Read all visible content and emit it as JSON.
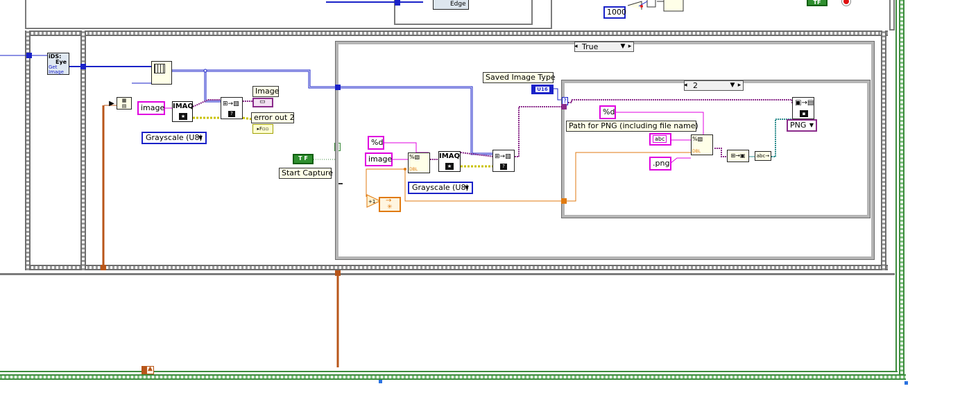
{
  "diagram": {
    "top": {
      "edge_label": "Edge",
      "numeric_constant": "1000",
      "bool_indicator_top": "TF"
    },
    "camera_vi": {
      "line1": "iDS:",
      "line2": "Eye",
      "line3": "Get",
      "line4": "Image",
      "icon": "camera-icon"
    },
    "left_section": {
      "image_constant": "image",
      "imaq_label": "IMAQ",
      "grayscale_enum": "Grayscale (U8)",
      "image_indicator_label": "Image",
      "error_out_label": "error out 2"
    },
    "start_capture": {
      "bool_constant": "T F",
      "label": "Start Capture"
    },
    "outer_case": {
      "selector": "True"
    },
    "inner_left": {
      "format_constant": "%d",
      "image_constant": "image",
      "imaq_label": "IMAQ",
      "grayscale_enum": "Grayscale (U8)",
      "dbl_label": "DBL",
      "increment_label": "+1",
      "shift_icon": "asterisk-icon"
    },
    "saved_image_type": {
      "label": "Saved Image Type",
      "type_badge": "U16"
    },
    "inner_case": {
      "selector": "2",
      "format_constant": "%d",
      "path_label": "Path for PNG (including file name)",
      "abc_constant": "abc",
      "png_ext_constant": ".png",
      "dbl_label": "DBL",
      "png_enum": "PNG"
    },
    "colors": {
      "wire_blue": "#1a22c8",
      "wire_pink": "#e000e0",
      "wire_orange": "#e07a10",
      "wire_teal": "#2a8c8c",
      "frame_gray": "#7b7b7b",
      "loop_green": "#3c8c3c"
    }
  }
}
